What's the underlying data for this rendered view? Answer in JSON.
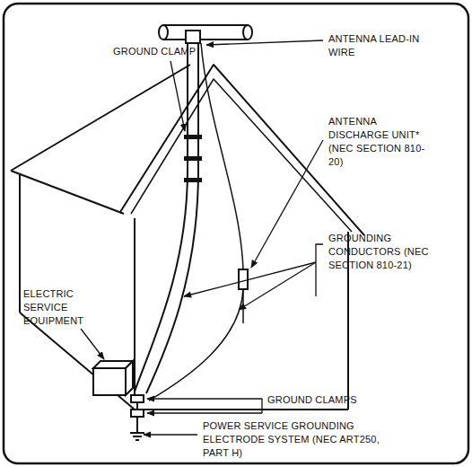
{
  "diagram": {
    "labels": [
      "ANTENNA LEAD-IN WIRE",
      "GROUND CLAMP",
      "ANTENNA DISCHARGE UNIT* (NEC SECTION 810-20)",
      "GROUNDING CONDUCTORS (NEC SECTION 810-21)",
      "ELECTRIC SERVICE EQUIPMENT",
      "GROUND CLAMPS",
      "POWER SERVICE GROUNDING ELECTRODE SYSTEM (NEC ART250, PART H)"
    ]
  }
}
